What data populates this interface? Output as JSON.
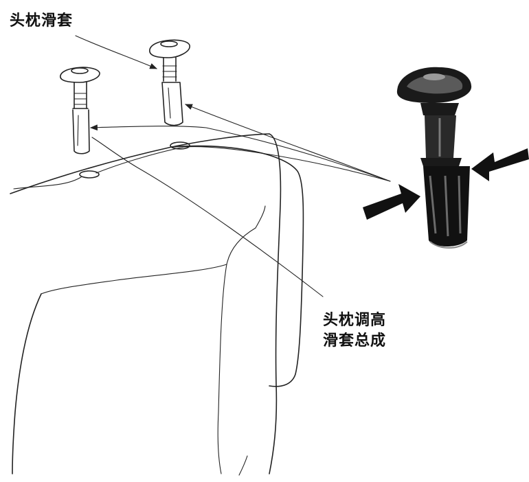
{
  "labels": {
    "headrest_guide": "头枕滑套",
    "adjust_line1": "头枕调高",
    "adjust_line2": "滑套总成"
  },
  "colors": {
    "ink": "#222222",
    "dark_fill": "#1a1a1a",
    "background": "#ffffff"
  }
}
